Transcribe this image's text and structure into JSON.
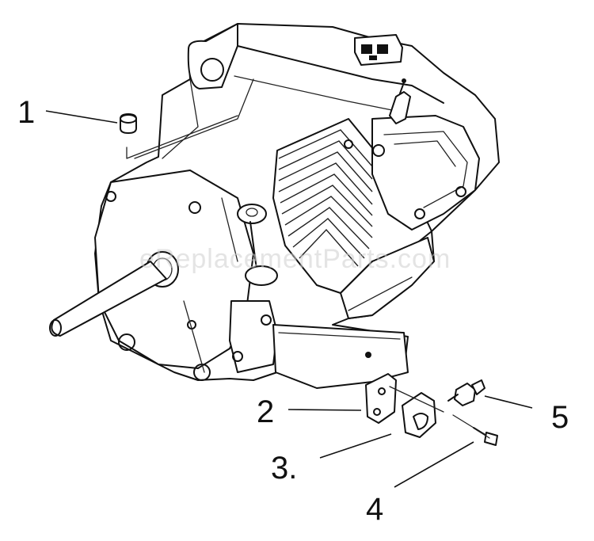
{
  "watermark": "eReplacementParts.com",
  "callouts": [
    {
      "id": "1",
      "label": "1"
    },
    {
      "id": "2",
      "label": "2"
    },
    {
      "id": "3",
      "label": "3."
    },
    {
      "id": "4",
      "label": "4"
    },
    {
      "id": "5",
      "label": "5"
    }
  ]
}
